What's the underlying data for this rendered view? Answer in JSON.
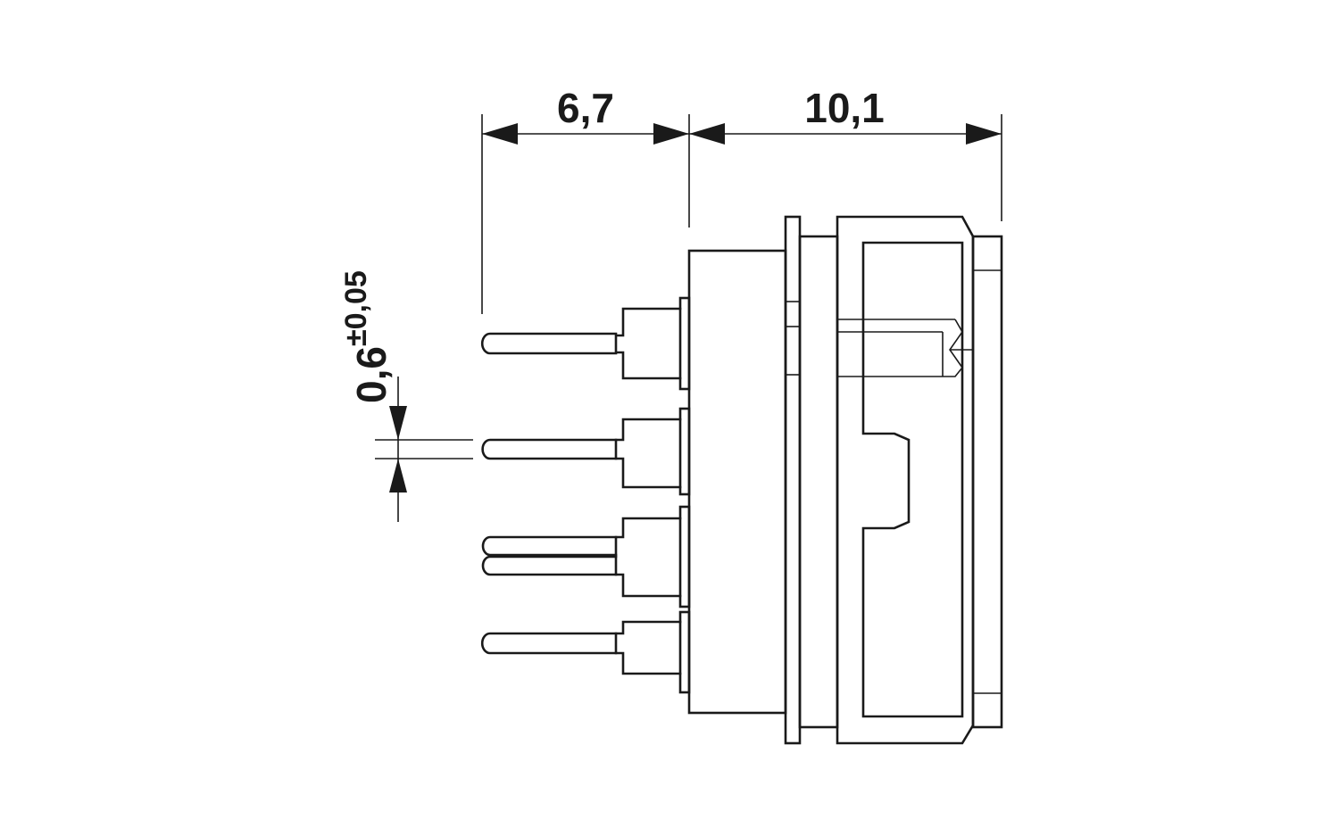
{
  "dimensions": {
    "pin_length": {
      "value": "6,7"
    },
    "body_length": {
      "value": "10,1"
    },
    "pin_diameter": {
      "value": "0,6",
      "tolerance": "±0,05"
    }
  },
  "colors": {
    "line": "#1a1a1a",
    "background": "#ffffff"
  }
}
